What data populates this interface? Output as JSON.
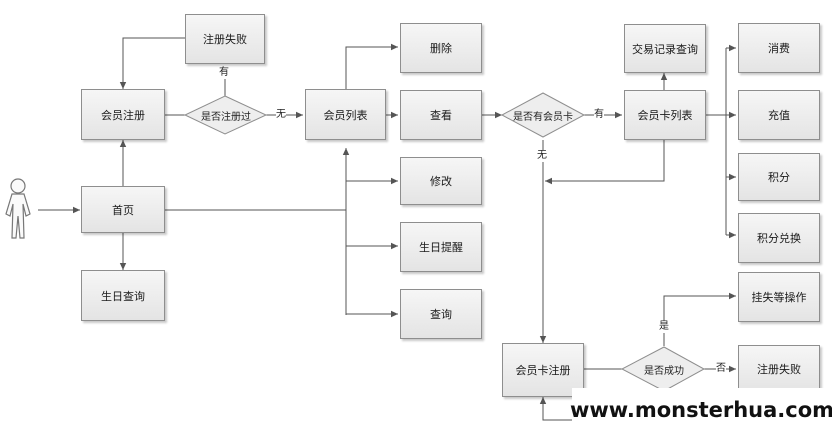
{
  "nodes": {
    "home": "首页",
    "member_register": "会员注册",
    "register_fail_top": "注册失败",
    "birthday_query": "生日查询",
    "registered_before": "是否注册过",
    "member_list": "会员列表",
    "delete": "删除",
    "view": "查看",
    "modify": "修改",
    "birthday_reminder": "生日提醒",
    "query": "查询",
    "has_member_card": "是否有会员卡",
    "transaction_query": "交易记录查询",
    "member_card_list": "会员卡列表",
    "consume": "消费",
    "recharge": "充值",
    "points": "积分",
    "points_redeem": "积分兑换",
    "report_loss": "挂失等操作",
    "card_register": "会员卡注册",
    "success": "是否成功",
    "register_fail_bottom": "注册失败"
  },
  "edge_labels": {
    "has_registered": "有",
    "not_registered": "无",
    "has_card": "有",
    "no_card": "无",
    "success_yes": "是",
    "success_no": "否"
  },
  "watermark": "www.monsterhua.com",
  "colors": {
    "line": "#555555",
    "box_border": "#8e8e8e",
    "box_fill": "#ececec"
  }
}
